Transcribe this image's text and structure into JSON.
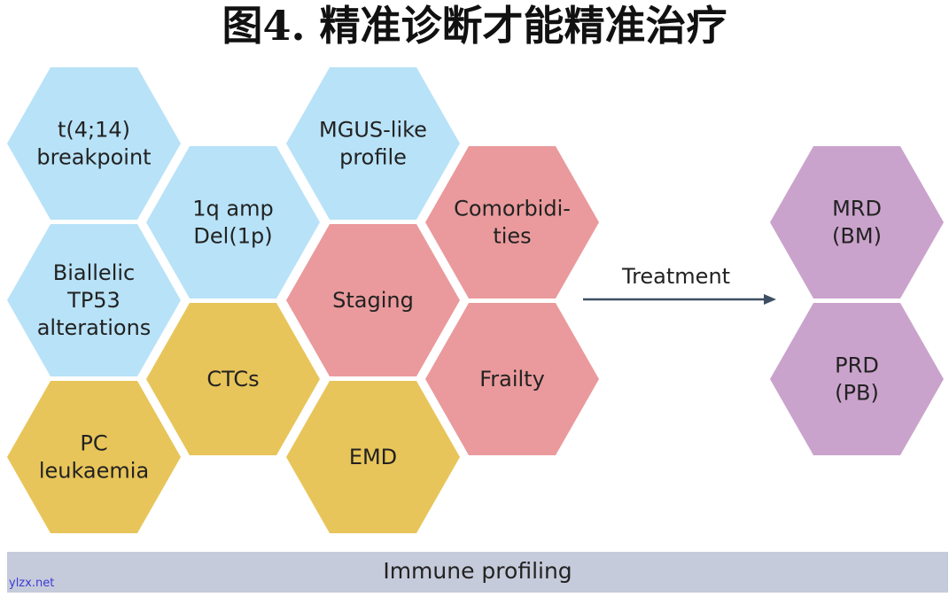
{
  "title": "图4. 精准诊断才能精准治疗",
  "colors": {
    "blue": "#b8e2f7",
    "yellow": "#e8c55a",
    "red": "#ea9a9c",
    "purple": "#caa3cc",
    "arrow": "#3d4f63",
    "bar": "#c6cbdb"
  },
  "hexagons": [
    {
      "id": "t414",
      "color": "blue",
      "lines": [
        "t(4;14)",
        "breakpoint"
      ]
    },
    {
      "id": "mgus",
      "color": "blue",
      "lines": [
        "MGUS-like",
        "profile"
      ]
    },
    {
      "id": "1qamp",
      "color": "blue",
      "lines": [
        "1q amp",
        "Del(1p)"
      ]
    },
    {
      "id": "tp53",
      "color": "blue",
      "lines": [
        "Biallelic",
        "TP53",
        "alterations"
      ]
    },
    {
      "id": "comorb",
      "color": "red",
      "lines": [
        "Comorbidi-",
        "ties"
      ]
    },
    {
      "id": "staging",
      "color": "red",
      "lines": [
        "Staging"
      ]
    },
    {
      "id": "frailty",
      "color": "red",
      "lines": [
        "Frailty"
      ]
    },
    {
      "id": "ctcs",
      "color": "yellow",
      "lines": [
        "CTCs"
      ]
    },
    {
      "id": "pcleuk",
      "color": "yellow",
      "lines": [
        "PC",
        "leukaemia"
      ]
    },
    {
      "id": "emd",
      "color": "yellow",
      "lines": [
        "EMD"
      ]
    },
    {
      "id": "mrd",
      "color": "purple",
      "lines": [
        "MRD",
        "(BM)"
      ]
    },
    {
      "id": "prd",
      "color": "purple",
      "lines": [
        "PRD",
        "(PB)"
      ]
    }
  ],
  "arrow_label": "Treatment",
  "bottom_bar": "Immune profiling",
  "watermark": "ylzx.net"
}
